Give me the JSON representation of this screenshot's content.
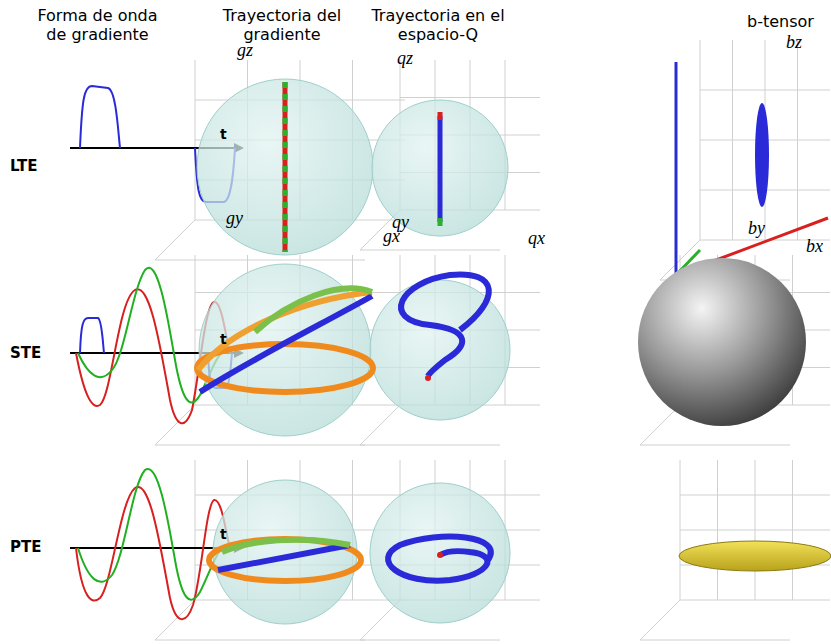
{
  "diagram": {
    "labels": [
      "Forma de onda de gradiente",
      "Trayectoria del gradiente",
      "Trayectoria en el espacio-Q",
      "b-tensor",
      "LTE",
      "STE",
      "PTE",
      "t",
      "t",
      "t",
      "gz",
      "gy",
      "gx",
      "qz",
      "qy",
      "qx",
      "bz",
      "by",
      "bx"
    ]
  }
}
